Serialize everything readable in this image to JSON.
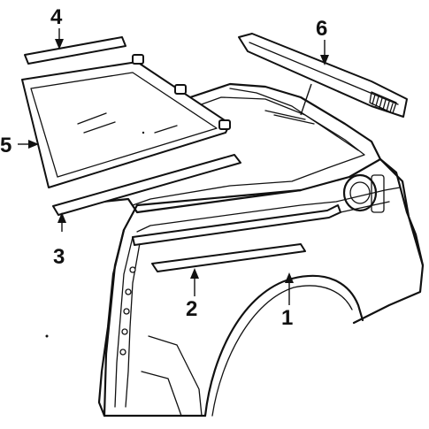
{
  "callouts": [
    {
      "id": "c1",
      "label": "1"
    },
    {
      "id": "c2",
      "label": "2"
    },
    {
      "id": "c3",
      "label": "3"
    },
    {
      "id": "c4",
      "label": "4"
    },
    {
      "id": "c5",
      "label": "5"
    },
    {
      "id": "c6",
      "label": "6"
    }
  ]
}
